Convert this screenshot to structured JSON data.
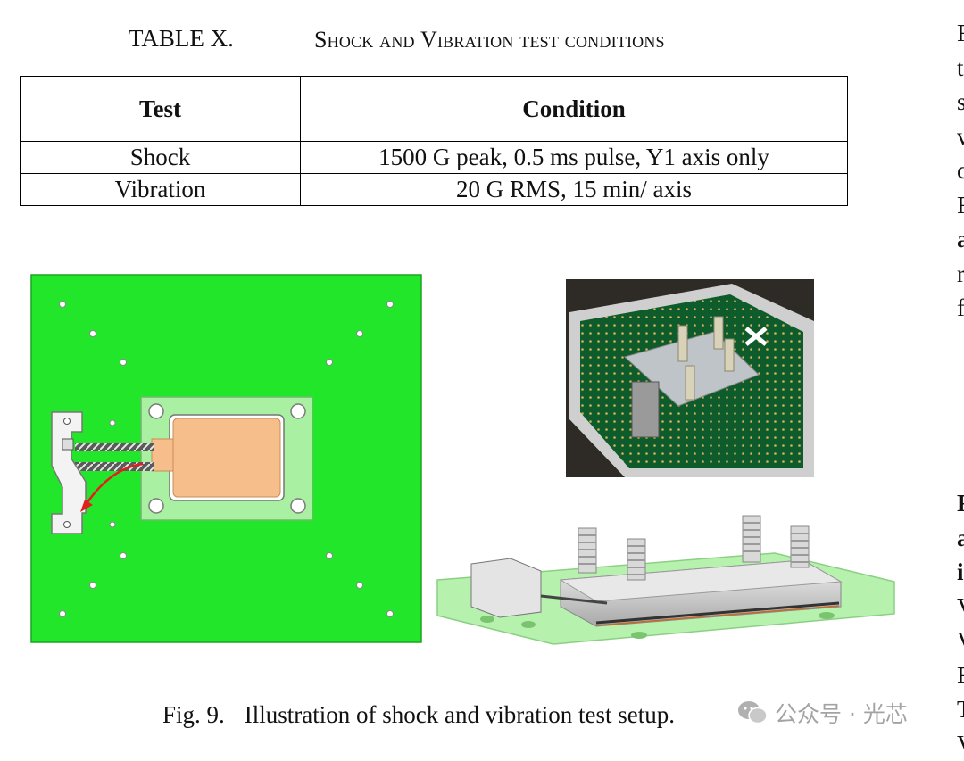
{
  "table": {
    "number": "TABLE X.",
    "title": "Shock and Vibration test conditions",
    "headers": [
      "Test",
      "Condition"
    ],
    "rows": [
      [
        "Shock",
        "1500 G peak, 0.5 ms pulse, Y1 axis only"
      ],
      [
        "Vibration",
        "20 G RMS, 15 min/ axis"
      ]
    ]
  },
  "right_column_fragments": {
    "top": [
      "F",
      "t",
      "s",
      "v",
      "c",
      "F",
      "a",
      "r",
      "f"
    ],
    "bottom": [
      "F",
      "a",
      "i",
      "V",
      "V",
      "F",
      "T",
      "V"
    ]
  },
  "figure": {
    "label": "Fig. 9.",
    "caption": "Illustration of shock and vibration test setup."
  },
  "watermark": {
    "text": "公众号 · 光芯"
  },
  "colors": {
    "pcb_green": "#22e62a",
    "module_copper": "#f6be8a",
    "fixture_green": "#a9f0a2",
    "photo_board": "#0e5c2c"
  }
}
